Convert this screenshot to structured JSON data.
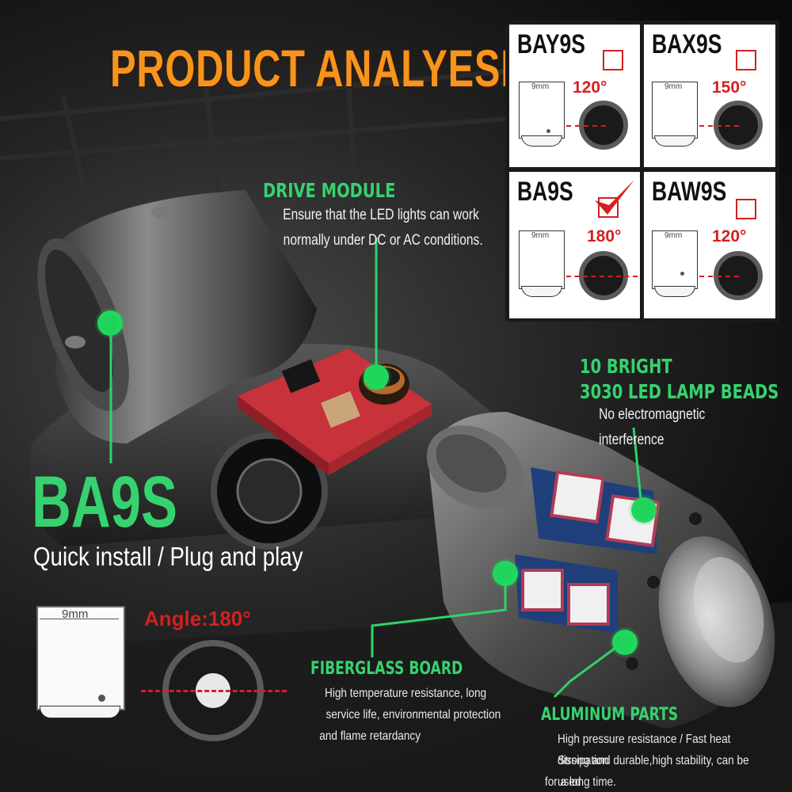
{
  "title": "PRODUCT ANALYESIS",
  "drive_module": {
    "title": "DRIVE MODULE",
    "line1": "Ensure that the LED lights can work",
    "line2": "normally under DC or AC conditions."
  },
  "led_beads": {
    "title1": "10 BRIGHT",
    "title2": "3030 LED LAMP BEADS",
    "desc": "No electromagnetic interference"
  },
  "model": {
    "name": "BA9S",
    "subtitle": "Quick install / Plug and play"
  },
  "angle_diagram": {
    "width_label": "9mm",
    "angle_label": "Angle:180°"
  },
  "fiberglass": {
    "title": "FIBERGLASS BOARD",
    "line1": "High temperature resistance, long",
    "line2": "service life, environmental protection",
    "line3": "and flame retardancy"
  },
  "aluminum": {
    "title": "ALUMINUM PARTS",
    "line1": "High pressure resistance / Fast heat dissipation",
    "line2": "Strong and durable,high stability, can be used",
    "line3": "for a long time."
  },
  "base_types": [
    {
      "name": "BAY9S",
      "width": "9mm",
      "angle": "120°",
      "selected": false
    },
    {
      "name": "BAX9S",
      "width": "9mm",
      "angle": "150°",
      "selected": false
    },
    {
      "name": "BA9S",
      "width": "9mm",
      "angle": "180°",
      "selected": true
    },
    {
      "name": "BAW9S",
      "width": "9mm",
      "angle": "120°",
      "selected": false
    }
  ],
  "colors": {
    "title_orange": "#f7941d",
    "accent_green": "#35d36f",
    "angle_red": "#d42020"
  },
  "icons": [
    "checkmark-icon",
    "empty-checkbox-icon",
    "callout-dot-icon"
  ]
}
